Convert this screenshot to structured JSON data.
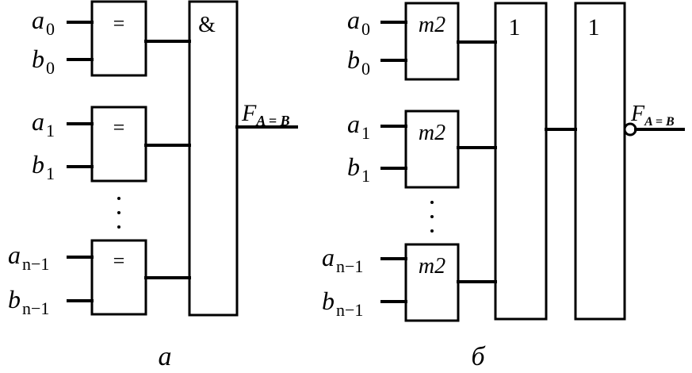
{
  "left": {
    "inputs": [
      {
        "var": "a",
        "idx": "0"
      },
      {
        "var": "b",
        "idx": "0"
      },
      {
        "var": "a",
        "idx": "1"
      },
      {
        "var": "b",
        "idx": "1"
      },
      {
        "var": "a",
        "idx": "n−1"
      },
      {
        "var": "b",
        "idx": "n−1"
      }
    ],
    "gate_symbol": "=",
    "and_symbol": "&",
    "output_main": "F",
    "output_sub": "A = B",
    "caption": "а"
  },
  "right": {
    "inputs": [
      {
        "var": "a",
        "idx": "0"
      },
      {
        "var": "b",
        "idx": "0"
      },
      {
        "var": "a",
        "idx": "1"
      },
      {
        "var": "b",
        "idx": "1"
      },
      {
        "var": "a",
        "idx": "n−1"
      },
      {
        "var": "b",
        "idx": "n−1"
      }
    ],
    "gate_symbol": "m2",
    "or_symbol": "1",
    "not_symbol": "1",
    "output_main": "F",
    "output_sub": "A = B",
    "caption": "б"
  },
  "ellipsis": "·"
}
